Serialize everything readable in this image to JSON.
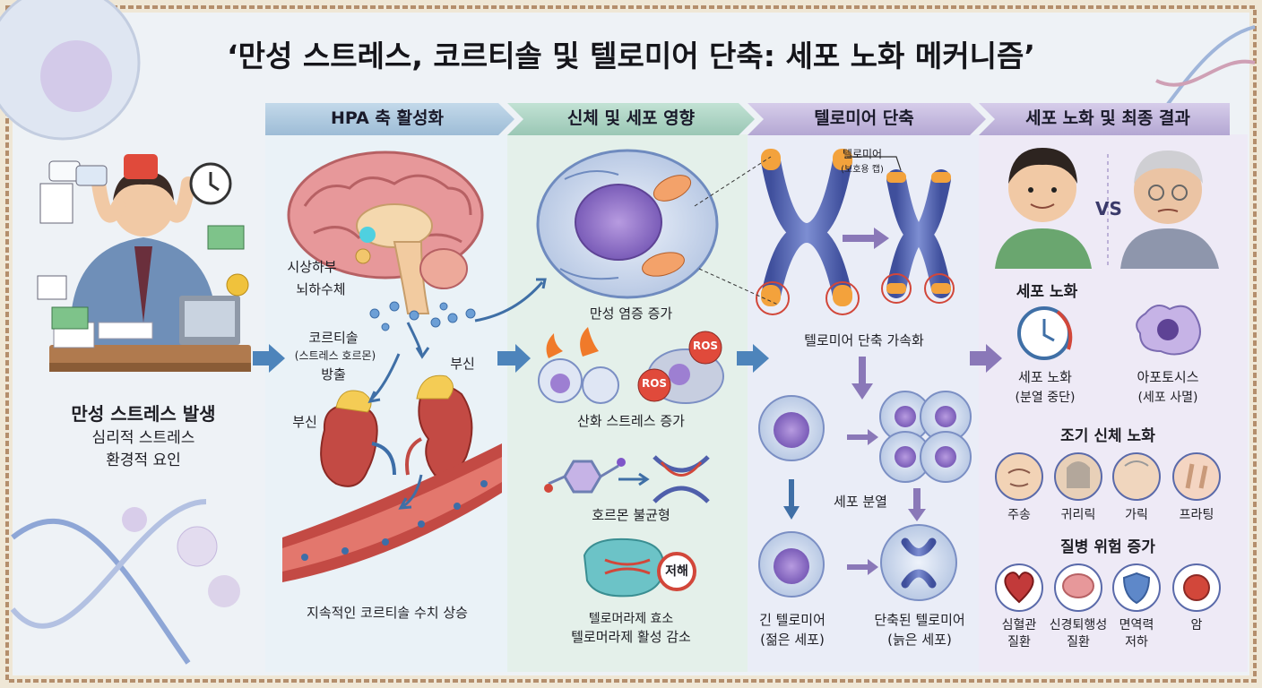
{
  "title": "‘만성 스트레스, 코르티솔 및 텔로미어 단축: 세포 노화 메커니즘’",
  "headers": {
    "hpa": "HPA 축 활성화",
    "body_cell": "신체 및 세포 영향",
    "telomere": "텔로미어 단축",
    "aging": "세포 노화 및 최종 결과"
  },
  "stress": {
    "title": "만성 스트레스 발생",
    "line1": "심리적 스트레스",
    "line2": "환경적 요인"
  },
  "hpa": {
    "hypothalamus": "시상하부",
    "pituitary": "뇌하수체",
    "cortisol_1": "코르티솔",
    "cortisol_2": "(스트레스 호르몬)",
    "cortisol_3": "방출",
    "adrenal_right": "부신",
    "adrenal_left": "부신",
    "sustained": "지속적인 코르티솔 수치 상승"
  },
  "effects": {
    "inflammation": "만성 염증 증가",
    "ros": "ROS",
    "oxidative": "산화 스트레스 증가",
    "hormone": "호르몬 불균형",
    "inhibit": "저해",
    "enzyme": "텔로머라제 효소",
    "telomerase": "텔로머라제 활성 감소"
  },
  "telomere": {
    "cap_1": "텔로미어",
    "cap_2": "(보호용 캡)",
    "accel": "텔로미어 단축 가속화",
    "division": "세포 분열",
    "long_1": "긴 텔로미어",
    "long_2": "(젊은 세포)",
    "short_1": "단축된 텔로미어",
    "short_2": "(늙은 세포)"
  },
  "aging": {
    "vs": "VS",
    "senescence_title": "세포 노화",
    "senescence_1": "세포 노화",
    "senescence_2": "(분열 중단)",
    "apoptosis_1": "아포토시스",
    "apoptosis_2": "(세포 사멸)",
    "early_aging": "조기 신체 노화",
    "signs": [
      "주송",
      "귀리릭",
      "가릭",
      "프라팅"
    ],
    "disease_title": "질병 위험 증가",
    "disease_1a": "심혈관",
    "disease_1b": "질환",
    "disease_2a": "신경퇴행성",
    "disease_2b": "질환",
    "disease_3a": "면역력",
    "disease_3b": "저하",
    "disease_4": "암"
  },
  "colors": {
    "header_blue": "#a9c6dc",
    "header_green": "#a6cfbf",
    "header_purple": "#bfb3d9",
    "arrow_blue": "#4d84bb",
    "arrow_purple": "#8a78b8",
    "telomere_cap": "#f3a23c",
    "chromosome": "#5867b0"
  }
}
